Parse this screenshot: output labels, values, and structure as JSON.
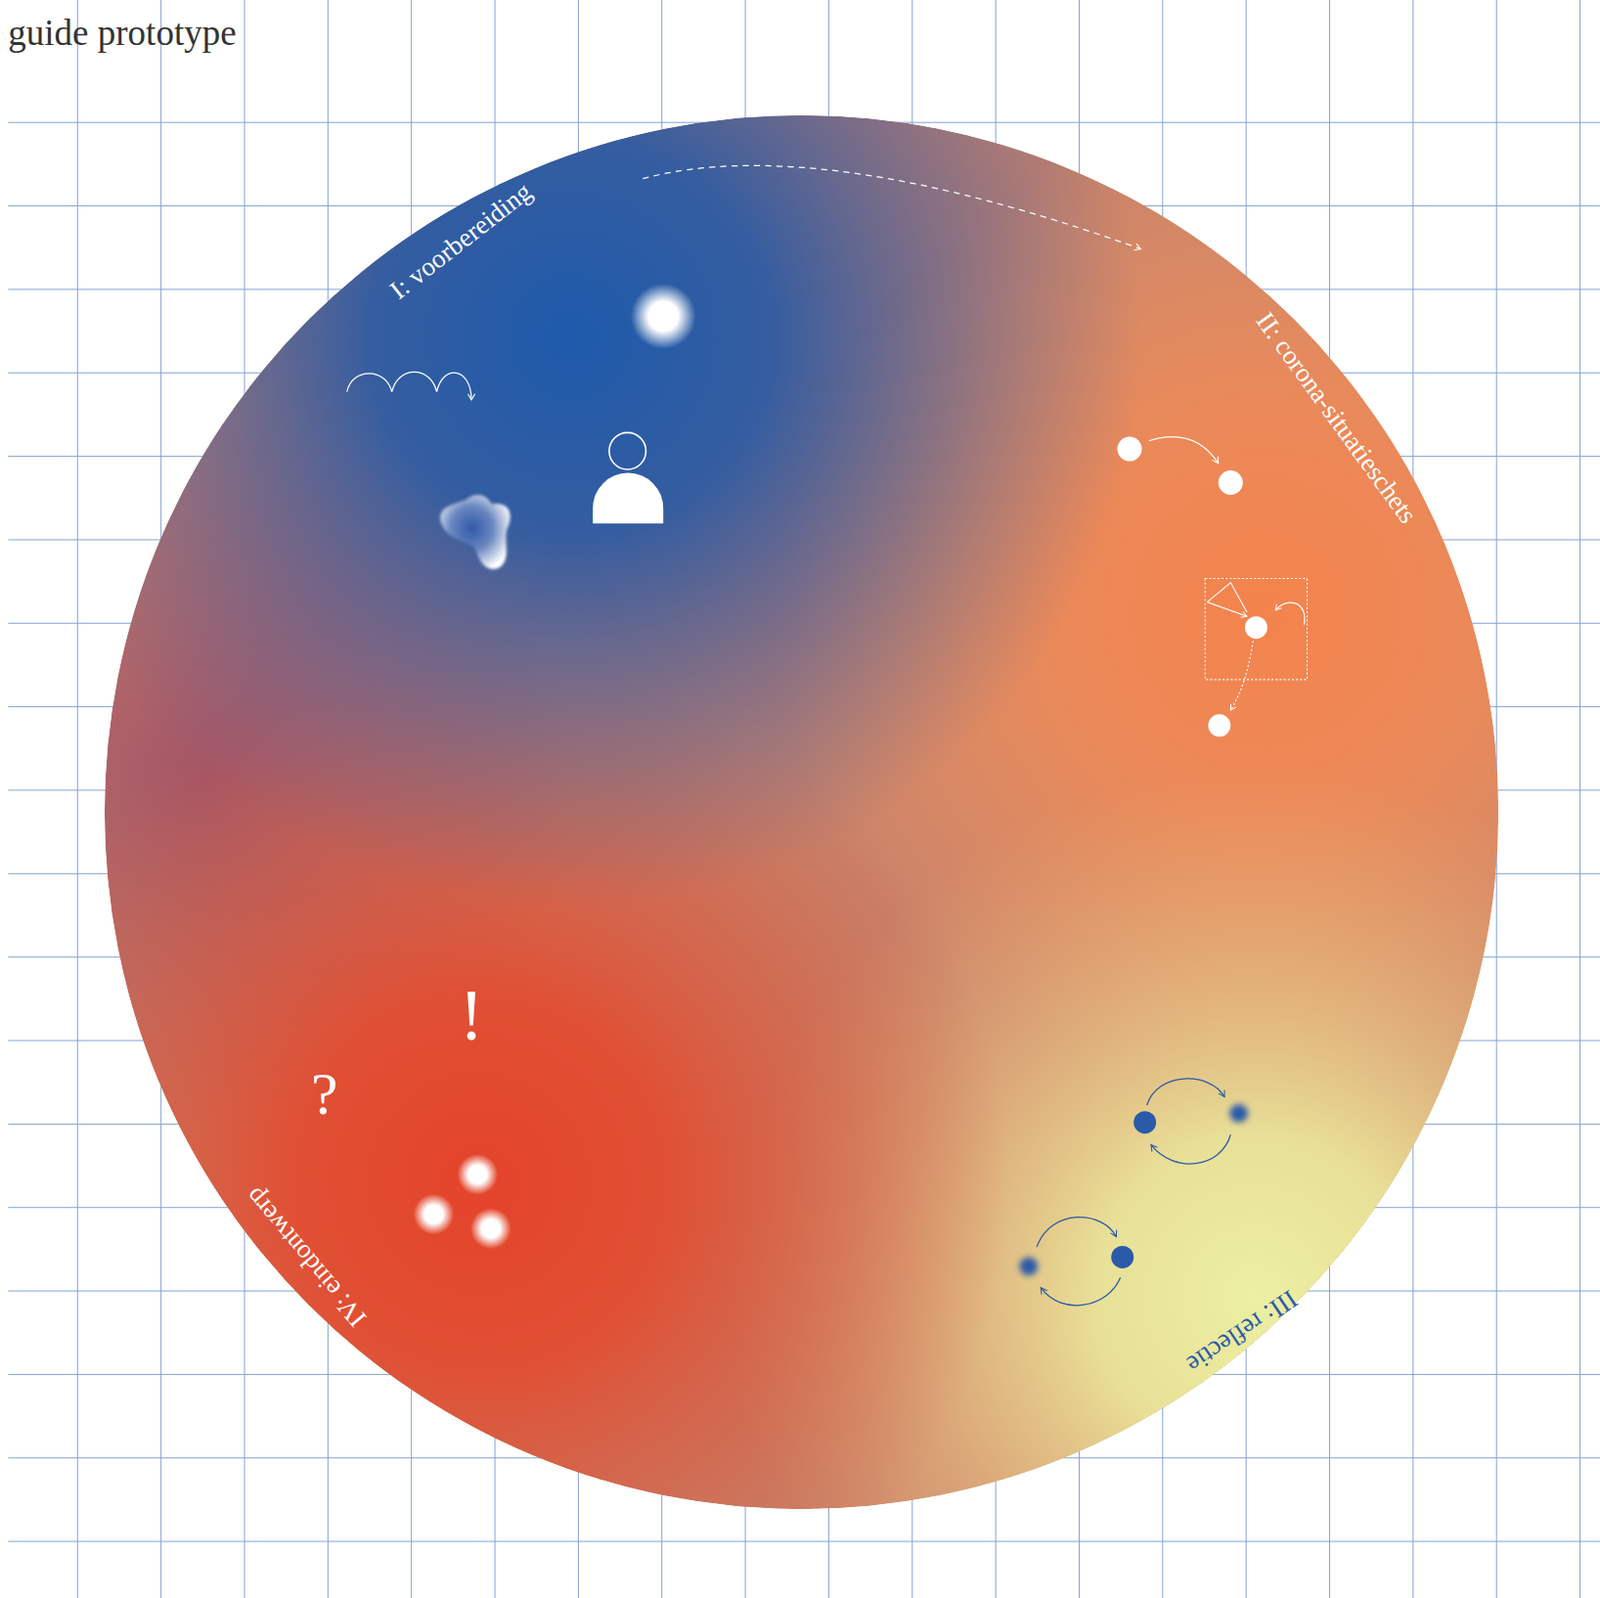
{
  "diagram": {
    "title": "guide prototype",
    "labels": [
      "I: voorbereiding",
      "II: corona-situatieschets",
      "III: reflectie",
      "IV: eindontwerp",
      "!",
      "?"
    ]
  }
}
